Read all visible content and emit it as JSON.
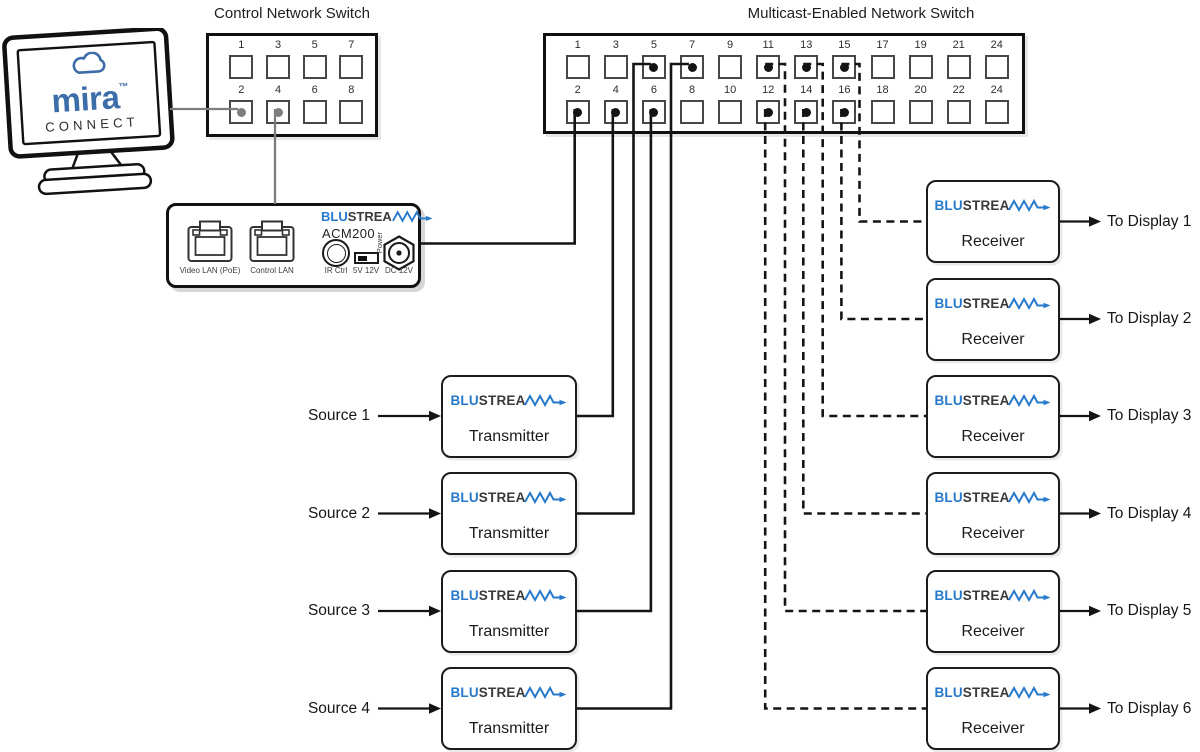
{
  "control_switch": {
    "title": "Control Network Switch",
    "top_ports": [
      "1",
      "3",
      "5",
      "7"
    ],
    "bottom_ports": [
      "2",
      "4",
      "6",
      "8"
    ],
    "connected_top_ports": [],
    "connected_bottom_ports": [
      "2",
      "4"
    ]
  },
  "multicast_switch": {
    "title": "Multicast-Enabled Network Switch",
    "top_ports": [
      "1",
      "3",
      "5",
      "7",
      "9",
      "11",
      "13",
      "15",
      "17",
      "19",
      "21",
      "24"
    ],
    "bottom_ports": [
      "2",
      "4",
      "6",
      "8",
      "10",
      "12",
      "14",
      "16",
      "18",
      "20",
      "22",
      "24"
    ],
    "connected_top_ports": [
      "5",
      "7",
      "11",
      "13",
      "15"
    ],
    "connected_bottom_ports": [
      "2",
      "4",
      "6",
      "12",
      "14",
      "16"
    ]
  },
  "mira_monitor": {
    "brand": "mira",
    "trademark": "TM",
    "subtitle": "CONNECT"
  },
  "blustream": {
    "blu": "BLU",
    "strea": "STREA"
  },
  "acm200": {
    "model": "ACM200",
    "video_lan_label": "Video LAN (PoE)",
    "control_lan_label": "Control LAN",
    "ir_label": "IR Ctrl",
    "voltage_label": "5V 12V",
    "power_label": "Power",
    "dc_label": "DC 12V"
  },
  "transmitters": [
    {
      "source_label": "Source 1",
      "device_label": "Transmitter"
    },
    {
      "source_label": "Source 2",
      "device_label": "Transmitter"
    },
    {
      "source_label": "Source 3",
      "device_label": "Transmitter"
    },
    {
      "source_label": "Source 4",
      "device_label": "Transmitter"
    }
  ],
  "receivers": [
    {
      "device_label": "Receiver",
      "display_label": "To Display 1"
    },
    {
      "device_label": "Receiver",
      "display_label": "To Display 2"
    },
    {
      "device_label": "Receiver",
      "display_label": "To Display 3"
    },
    {
      "device_label": "Receiver",
      "display_label": "To Display 4"
    },
    {
      "device_label": "Receiver",
      "display_label": "To Display 5"
    },
    {
      "device_label": "Receiver",
      "display_label": "To Display 6"
    }
  ],
  "connections": [
    {
      "id": "mira-ctrl2",
      "from": "mira-connect-monitor",
      "to": "control-switch-port-2",
      "style": "solid-gray"
    },
    {
      "id": "ctrl4-acm",
      "from": "control-switch-port-4",
      "to": "acm200-control-lan",
      "style": "solid-gray"
    },
    {
      "id": "acm-mc2",
      "from": "acm200-video-lan",
      "to": "multicast-switch-port-2",
      "style": "solid-black"
    },
    {
      "id": "tx1-mc4",
      "from": "transmitter-1",
      "to": "multicast-switch-port-4",
      "style": "solid-black"
    },
    {
      "id": "tx2-mc5",
      "from": "transmitter-2",
      "to": "multicast-switch-port-5",
      "style": "solid-black"
    },
    {
      "id": "tx3-mc6",
      "from": "transmitter-3",
      "to": "multicast-switch-port-6",
      "style": "solid-black"
    },
    {
      "id": "tx4-mc7",
      "from": "transmitter-4",
      "to": "multicast-switch-port-7",
      "style": "solid-black"
    },
    {
      "id": "mc15-rx1",
      "from": "multicast-switch-port-15",
      "to": "receiver-1",
      "style": "dashed"
    },
    {
      "id": "mc16-rx2",
      "from": "multicast-switch-port-16",
      "to": "receiver-2",
      "style": "dashed"
    },
    {
      "id": "mc13-rx3",
      "from": "multicast-switch-port-13",
      "to": "receiver-3",
      "style": "dashed"
    },
    {
      "id": "mc14-rx4",
      "from": "multicast-switch-port-14",
      "to": "receiver-4",
      "style": "dashed"
    },
    {
      "id": "mc11-rx5",
      "from": "multicast-switch-port-11",
      "to": "receiver-5",
      "style": "dashed"
    },
    {
      "id": "mc12-rx6",
      "from": "multicast-switch-port-12",
      "to": "receiver-6",
      "style": "dashed"
    }
  ],
  "colors": {
    "blustream_blue": "#2679cb",
    "mira_blue": "#3d6da8",
    "ink": "#141414",
    "gray_line": "#7d7d7d"
  }
}
